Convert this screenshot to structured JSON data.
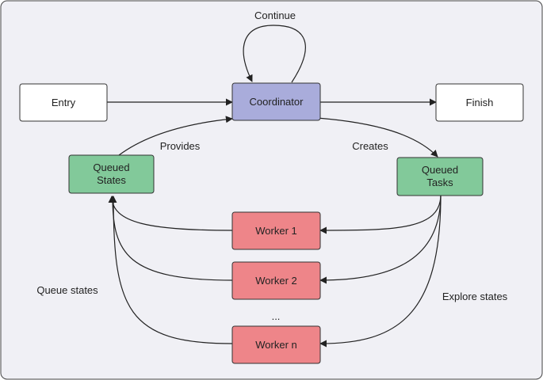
{
  "colors": {
    "background": "#f0f0f5",
    "border": "#444444",
    "edge": "#222222",
    "io_node": "#ffffff",
    "coordinator": "#a9acdb",
    "queue": "#82c99a",
    "worker": "#ee8589"
  },
  "nodes": {
    "entry": "Entry",
    "coordinator": "Coordinator",
    "finish": "Finish",
    "queued_states": [
      "Queued",
      "States"
    ],
    "queued_tasks": [
      "Queued",
      "Tasks"
    ],
    "worker_1": "Worker 1",
    "worker_2": "Worker 2",
    "worker_n": "Worker n",
    "ellipsis": "..."
  },
  "edge_labels": {
    "continue": "Continue",
    "provides": "Provides",
    "creates": "Creates",
    "queue_states": "Queue states",
    "explore_states": "Explore states"
  }
}
